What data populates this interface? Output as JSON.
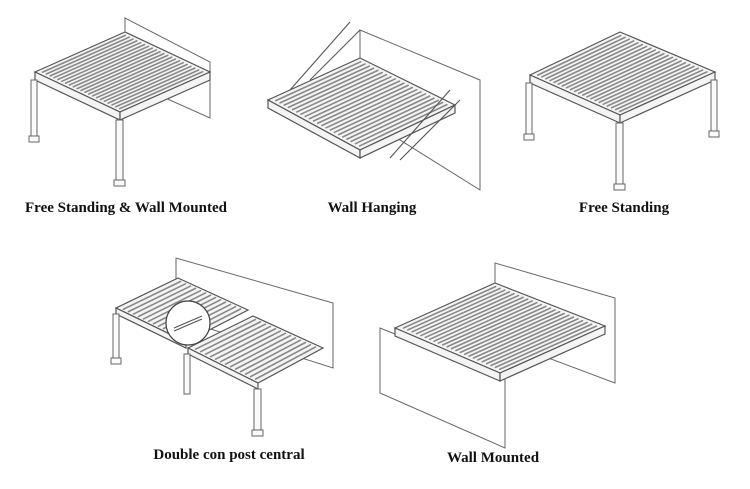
{
  "configurations": [
    {
      "id": "free-standing-wall-mounted",
      "label": "Free Standing & Wall Mounted"
    },
    {
      "id": "wall-hanging",
      "label": "Wall Hanging"
    },
    {
      "id": "free-standing",
      "label": "Free Standing"
    },
    {
      "id": "double-con-post-central",
      "label": "Double con post central"
    },
    {
      "id": "wall-mounted",
      "label": "Wall Mounted"
    }
  ]
}
